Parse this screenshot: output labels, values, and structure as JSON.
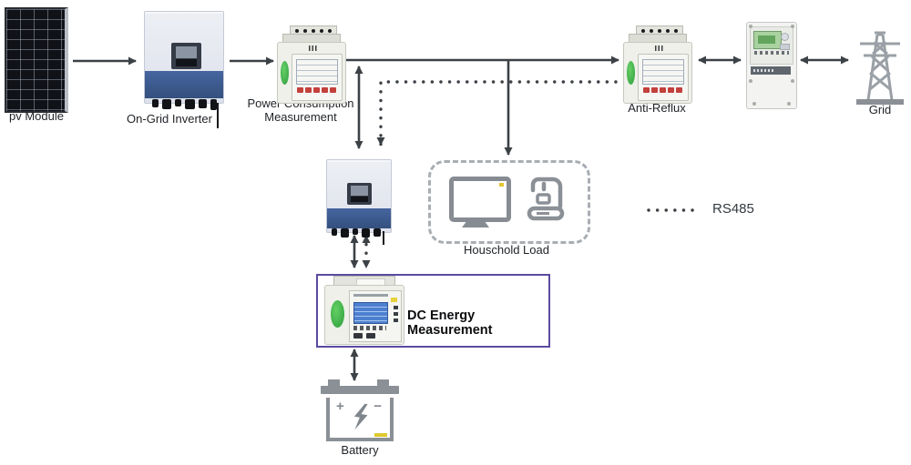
{
  "diagram": {
    "nodes": {
      "pv_module": {
        "label": "pv Module"
      },
      "on_grid_inverter": {
        "label": "On-Grid Inverter"
      },
      "power_consumption_meter": {
        "label_line1": "Power Consumption",
        "label_line2": "Measurement"
      },
      "anti_reflux_meter": {
        "label": "Anti-Reflux"
      },
      "grid": {
        "label": "Grid"
      },
      "household_load": {
        "label": "Houschold Load"
      },
      "dc_energy_measurement": {
        "label": "DC Energy Measurement"
      },
      "battery": {
        "label": "Battery",
        "plus_symbol": "+",
        "minus_symbol": "−"
      }
    },
    "legend": {
      "rs485_label": "RS485"
    },
    "colors": {
      "wire": "#3c4146",
      "highlight_box": "#5c4aa0",
      "meter_green": "#3cb24a",
      "inverter_blue": "#3b5a92",
      "icon_gray": "#8a9096"
    }
  }
}
